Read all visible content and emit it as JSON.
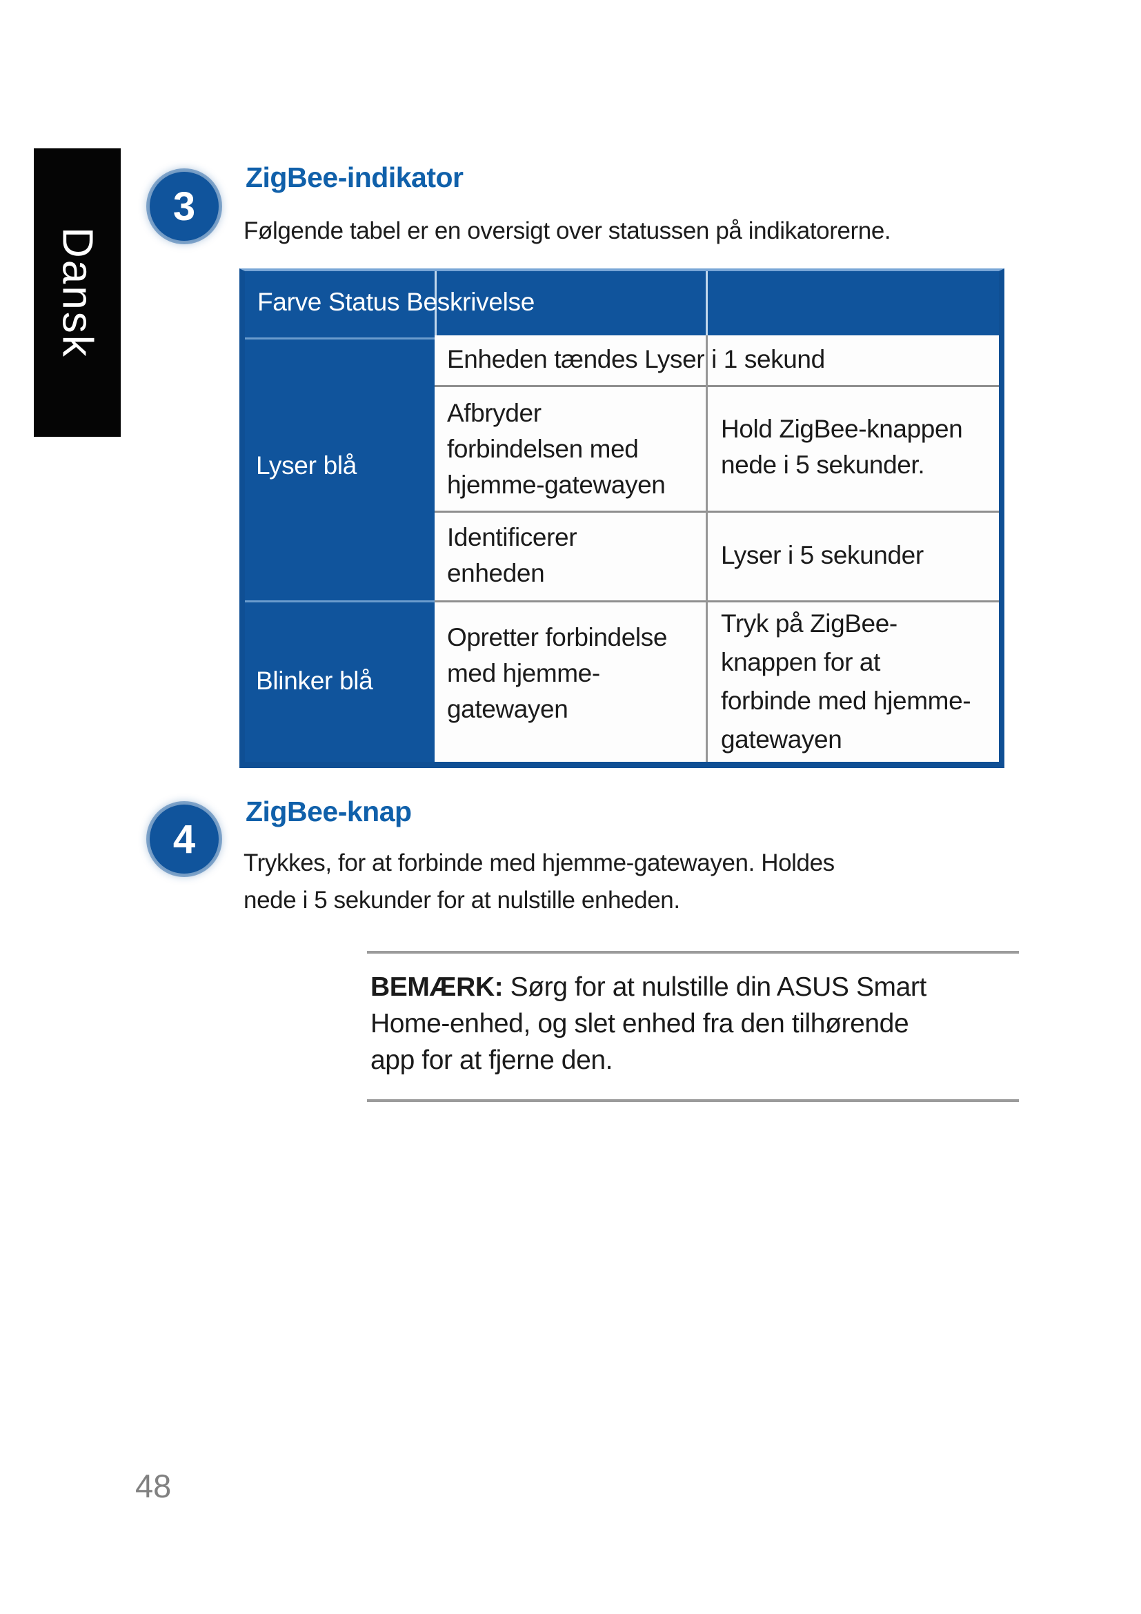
{
  "page": {
    "language_tab": "Dansk",
    "page_number": "48",
    "colors": {
      "table_blue": "#10549c",
      "table_border_blue": "#0f4f94",
      "heading_blue": "#1060aa",
      "grid_gray": "#8f8f8f",
      "page_number_gray": "#818181",
      "tab_black": "#050505"
    }
  },
  "sections": [
    {
      "number": "3",
      "title": "ZigBee-indikator",
      "body": "Følgende tabel er en oversigt over statussen på indikatorerne."
    },
    {
      "number": "4",
      "title": "ZigBee-knap",
      "body": "Trykkes, for at forbinde med hjemme-gatewayen. Holdes\nnede i 5 sekunder for at nulstille enheden."
    }
  ],
  "table": {
    "header": "Farve Status Beskrivelse",
    "status_groups": [
      {
        "label": "Lyser blå"
      },
      {
        "label": "Blinker blå"
      }
    ],
    "rows": [
      {
        "status": "Enheden tændes Lyser i 1 sekund",
        "desc": ""
      },
      {
        "status": "Afbryder\nforbindelsen med\nhjemme-gatewayen",
        "desc": "Hold ZigBee-knappen\nnede i 5 sekunder."
      },
      {
        "status": "Identificerer\nenheden",
        "desc": "Lyser i 5 sekunder"
      },
      {
        "status": "Opretter forbindelse\nmed hjemme-\ngatewayen",
        "desc": "Tryk på ZigBee-\nknappen for at\nforbinde med hjemme-\ngatewayen"
      }
    ]
  },
  "note": {
    "label": "BEMÆRK:",
    "text": " Sørg for at nulstille din ASUS Smart\nHome-enhed, og slet enhed fra den tilhørende\napp for at fjerne den."
  }
}
